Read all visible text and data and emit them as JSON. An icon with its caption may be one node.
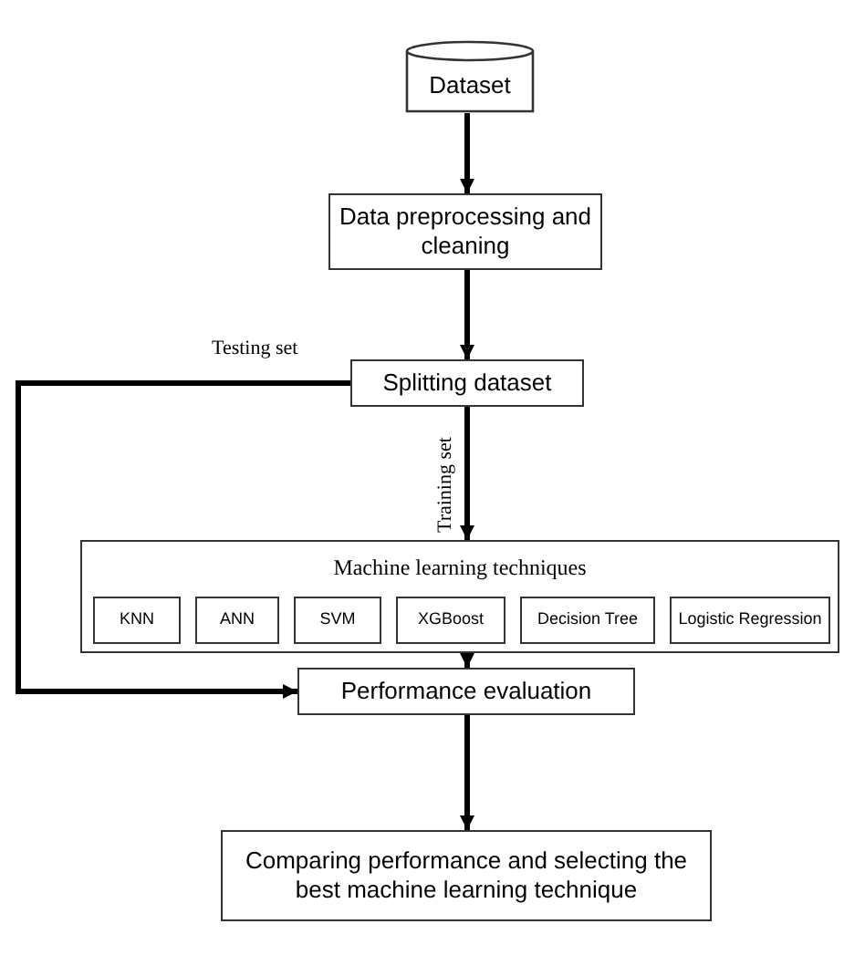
{
  "diagram": {
    "nodes": [
      {
        "text": [
          "Dataset"
        ]
      },
      {
        "text": [
          "Data preprocessing and cleaning"
        ]
      },
      {
        "text": [
          "Splitting dataset"
        ]
      },
      {
        "text": [
          "Machine learning techniques"
        ]
      },
      {
        "text": [
          "KNN"
        ],
        "in": 3
      },
      {
        "text": [
          "ANN"
        ],
        "in": 3
      },
      {
        "text": [
          "SVM"
        ],
        "in": 3
      },
      {
        "text": [
          "XGBoost"
        ],
        "in": 3
      },
      {
        "text": [
          "Decision Tree"
        ],
        "in": 3
      },
      {
        "text": [
          "Logistic Regression"
        ],
        "in": 3
      },
      {
        "text": [
          "Performance evaluation"
        ]
      },
      {
        "text": [
          "Comparing performance and selecting the best machine learning technique"
        ]
      }
    ],
    "edges": [
      {
        "from": 0,
        "to": 1,
        "arrow": "to"
      },
      {
        "from": 1,
        "to": 2,
        "arrow": "to"
      },
      {
        "from": 2,
        "to": 3,
        "arrow": "to",
        "label": "Training set"
      },
      {
        "from": 2,
        "to": 10,
        "arrow": "to",
        "label": "Testing set"
      },
      {
        "from": 3,
        "to": 10,
        "arrow": "to"
      },
      {
        "from": 10,
        "to": 11,
        "arrow": "to"
      }
    ]
  }
}
